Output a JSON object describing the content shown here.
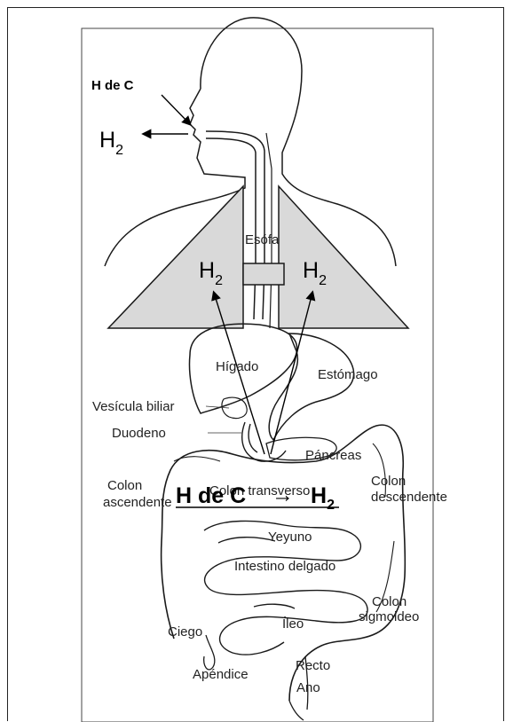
{
  "colors": {
    "lung": "#d9d9d9",
    "outline": "#1a1a1a",
    "background": "#ffffff"
  },
  "labels": {
    "h_de_c_top": "H de C",
    "h2_mouth": "H",
    "h2_left": "H",
    "h2_right": "H",
    "subscript": "2",
    "esofago": "Esófa",
    "higado": "Hígado",
    "estomago": "Estómago",
    "vesicula": "Vesícula biliar",
    "duodeno": "Duodeno",
    "pancreas": "Páncreas",
    "colon_asc_1": "Colon",
    "colon_asc_2": "ascendente",
    "colon_trans": "Colon transverso",
    "colon_desc_1": "Colon",
    "colon_desc_2": "descendente",
    "reaction_left": "H de C",
    "reaction_arrow": "→",
    "reaction_right": "H",
    "yeyuno": "Yeyuno",
    "intestino": "Intestino delgado",
    "colon_sig_1": "Colon",
    "colon_sig_2": "sigmoideo",
    "ileo": "Íleo",
    "ciego": "Ciego",
    "apendice": "Apéndice",
    "recto": "Recto",
    "ano": "Ano"
  }
}
